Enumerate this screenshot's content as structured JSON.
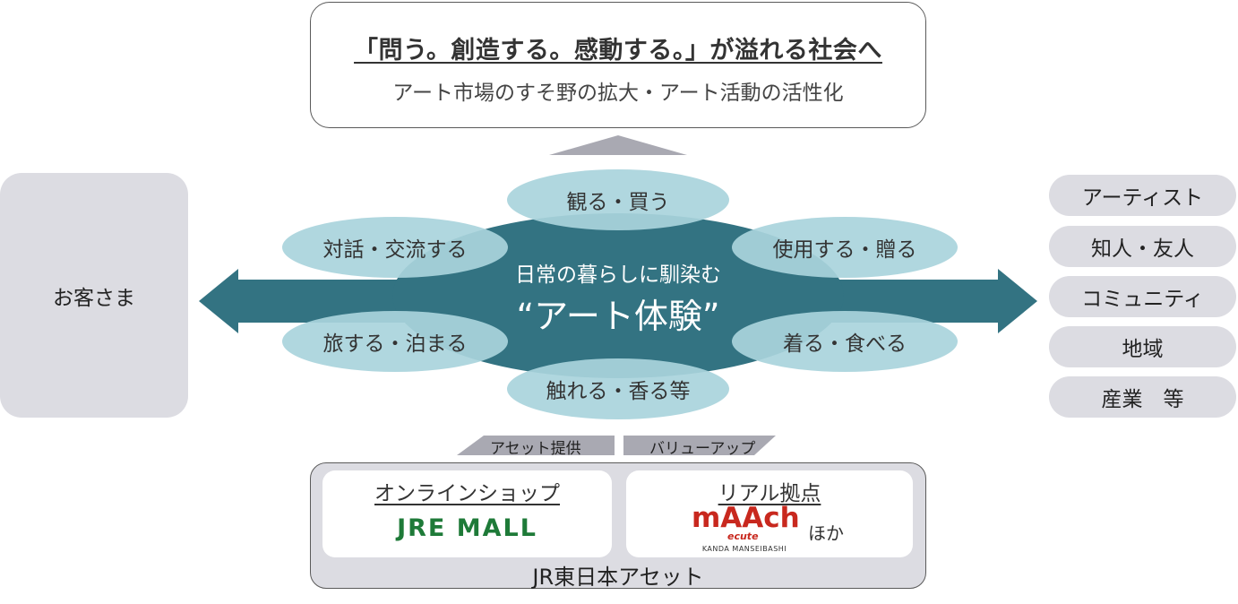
{
  "top": {
    "title": "「問う。創造する。感動する。」が溢れる社会へ",
    "subtitle": "アート市場のすそ野の拡大・アート活動の活性化"
  },
  "customer": {
    "label": "お客さま"
  },
  "center": {
    "line1": "日常の暮らしに馴染む",
    "line2": "“アート体験”"
  },
  "petals": {
    "top": "観る・買う",
    "upper_left": "対話・交流する",
    "upper_right": "使用する・贈る",
    "lower_left": "旅する・泊まる",
    "lower_right": "着る・食べる",
    "bottom": "触れる・香る等"
  },
  "stakeholders": [
    "アーティスト",
    "知人・友人",
    "コミュニティ",
    "地域",
    "産業　等"
  ],
  "flows": {
    "asset": "アセット提供",
    "value_up": "バリューアップ"
  },
  "bottom": {
    "online_heading": "オンラインショップ",
    "online_logo": "JRE MALL",
    "real_heading": "リアル拠点",
    "real_logo_word": "mAAch",
    "real_logo_sub_word": "ecute",
    "real_logo_caption": "KANDA MANSEIBASHI",
    "real_suffix": "ほか",
    "company": "JR東日本アセット"
  },
  "colors": {
    "teal": "#337382",
    "petal": "#a9d4dc",
    "gray_fill": "#dcdce2",
    "arrow_gray": "#a9a9b2",
    "jre_green": "#1e7a38",
    "maach_red": "#c8281e"
  }
}
